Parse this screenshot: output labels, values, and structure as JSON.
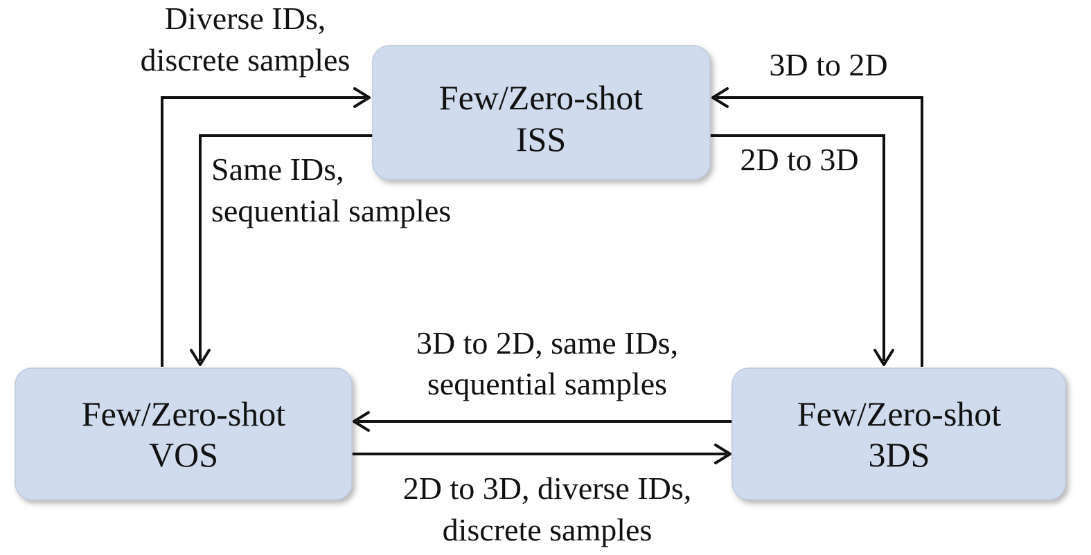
{
  "nodes": {
    "iss": {
      "line1": "Few/Zero-shot",
      "line2": "ISS"
    },
    "vos": {
      "line1": "Few/Zero-shot",
      "line2": "VOS"
    },
    "3ds": {
      "line1": "Few/Zero-shot",
      "line2": "3DS"
    }
  },
  "edges": {
    "vos_to_iss": {
      "line1": "Diverse IDs,",
      "line2": "discrete samples"
    },
    "iss_to_vos": {
      "line1": "Same IDs,",
      "line2": "sequential samples"
    },
    "3ds_to_iss": {
      "line1": "3D to 2D"
    },
    "iss_to_3ds": {
      "line1": "2D to 3D"
    },
    "3ds_to_vos": {
      "line1": "3D to 2D, same IDs,",
      "line2": "sequential samples"
    },
    "vos_to_3ds": {
      "line1": "2D to 3D, diverse IDs,",
      "line2": "discrete samples"
    }
  },
  "colors": {
    "node_fill": "#d0dcee",
    "arrow": "#111111"
  }
}
